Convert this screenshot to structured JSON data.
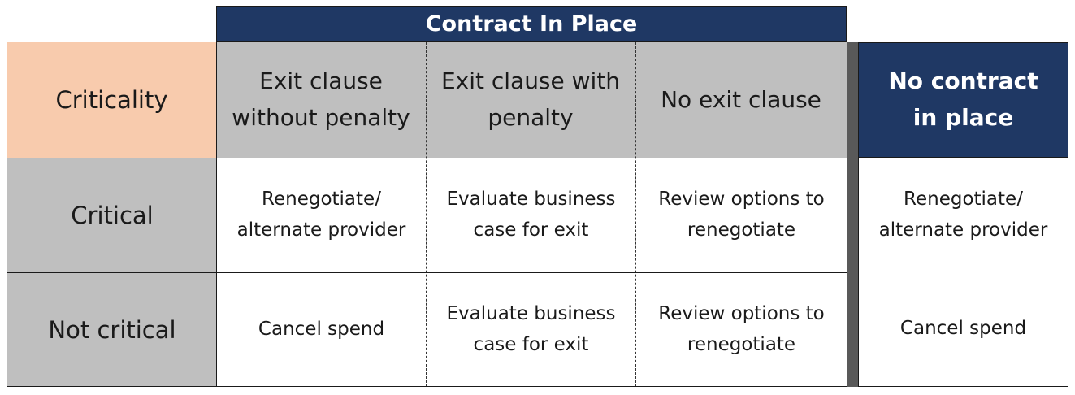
{
  "banner": {
    "title": "Contract In Place"
  },
  "header": {
    "criticality": "Criticality",
    "columns": [
      "Exit clause without penalty",
      "Exit clause with penalty",
      "No exit clause"
    ],
    "no_contract": "No contract in place"
  },
  "rows": [
    {
      "label": "Critical",
      "cells": [
        "Renegotiate/ alternate provider",
        "Evaluate business case for exit",
        "Review options to renegotiate"
      ],
      "no_contract": "Renegotiate/ alternate provider"
    },
    {
      "label": "Not critical",
      "cells": [
        "Cancel spend",
        "Evaluate business case for exit",
        "Review options to renegotiate"
      ],
      "no_contract": "Cancel spend"
    }
  ],
  "colors": {
    "navy": "#1f3864",
    "peach": "#f8cbad",
    "gray": "#bfbfbf",
    "separator": "#595959"
  }
}
